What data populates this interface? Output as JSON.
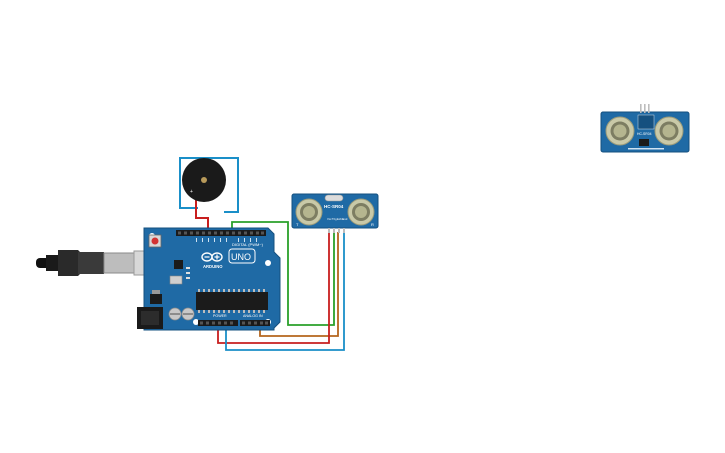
{
  "arduino": {
    "logo_text": "UNO",
    "brand_text": "ARDUINO",
    "digital_header_label": "DIGITAL (PWM~)",
    "power_label": "POWER",
    "analog_label": "ANALOG IN"
  },
  "ultrasonic_sensor": {
    "model_label": "HC-SR04",
    "pin_labels": [
      "Vcc",
      "Trig",
      "Echo",
      "Gnd"
    ],
    "left_mark": "T",
    "right_mark": "R"
  },
  "ultrasonic_sensor_small": {
    "model_label": "HC-SR04"
  },
  "colors": {
    "board_blue": "#1f6aa5",
    "board_dark": "#15507f",
    "wire_red": "#c81e1e",
    "wire_green": "#2aa02a",
    "wire_blue": "#1a8fc8",
    "wire_orange": "#b5651d",
    "buzzer_body": "#1a1a1a",
    "sensor_can": "#c9c9a8"
  },
  "icons": {
    "usb_cable": "usb-cable-icon",
    "buzzer": "piezo-buzzer-icon",
    "reset_button": "reset-button-icon"
  }
}
